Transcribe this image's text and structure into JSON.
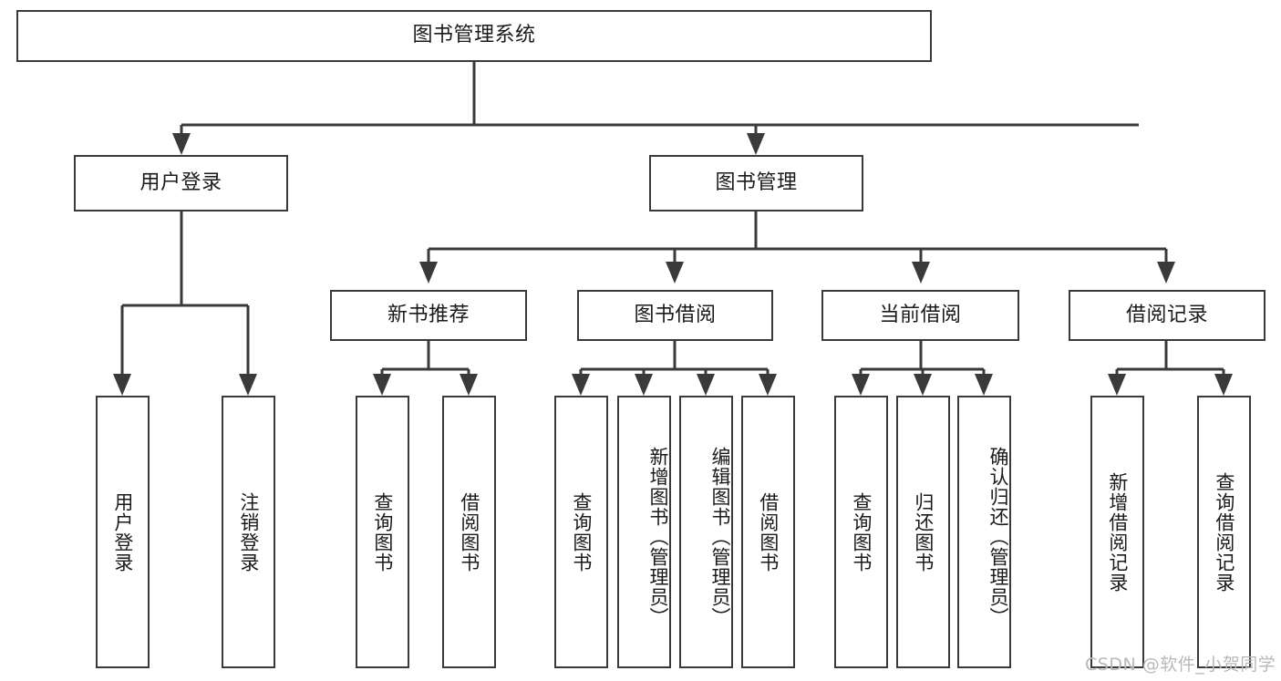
{
  "diagram": {
    "title": "图书管理系统",
    "type": "function-structure-tree",
    "colors": {
      "border": "#3a3a3a",
      "background": "#ffffff",
      "text": "#1a1a1a",
      "watermark": "#b9b9b9"
    },
    "levels": {
      "root": {
        "label": "图书管理系统"
      },
      "level2": [
        {
          "label": "用户登录"
        },
        {
          "label": "图书管理"
        }
      ],
      "level3": [
        {
          "label": "新书推荐"
        },
        {
          "label": "图书借阅"
        },
        {
          "label": "当前借阅"
        },
        {
          "label": "借阅记录"
        }
      ],
      "leaves": [
        {
          "label": "用户登录",
          "parent": "用户登录"
        },
        {
          "label": "注销登录",
          "parent": "用户登录"
        },
        {
          "label": "查询图书",
          "parent": "新书推荐"
        },
        {
          "label": "借阅图书",
          "parent": "新书推荐"
        },
        {
          "label": "查询图书",
          "parent": "图书借阅"
        },
        {
          "label": "新增图书（管理员）",
          "parent": "图书借阅"
        },
        {
          "label": "编辑图书（管理员）",
          "parent": "图书借阅"
        },
        {
          "label": "借阅图书",
          "parent": "图书借阅"
        },
        {
          "label": "查询图书",
          "parent": "当前借阅"
        },
        {
          "label": "归还图书",
          "parent": "当前借阅"
        },
        {
          "label": "确认归还（管理员）",
          "parent": "当前借阅"
        },
        {
          "label": "新增借阅记录",
          "parent": "借阅记录"
        },
        {
          "label": "查询借阅记录",
          "parent": "借阅记录"
        }
      ]
    },
    "watermark": "CSDN @软件_小贺同学"
  }
}
